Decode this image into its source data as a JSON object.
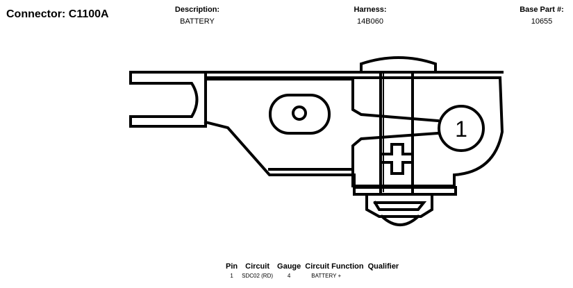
{
  "connector": {
    "title": "Connector: C1100A"
  },
  "header": {
    "description": {
      "label": "Description:",
      "value": "BATTERY"
    },
    "harness": {
      "label": "Harness:",
      "value": "14B060"
    },
    "base_part": {
      "label": "Base Part #:",
      "value": "10655"
    }
  },
  "diagram": {
    "pin_callout": "1"
  },
  "pin_table": {
    "headers": [
      "Pin",
      "Circuit",
      "Gauge",
      "Circuit Function",
      "Qualifier"
    ],
    "rows": [
      {
        "pin": "1",
        "circuit": "SDC02 (RD)",
        "gauge": "4",
        "function": "BATTERY +",
        "qualifier": ""
      }
    ]
  }
}
